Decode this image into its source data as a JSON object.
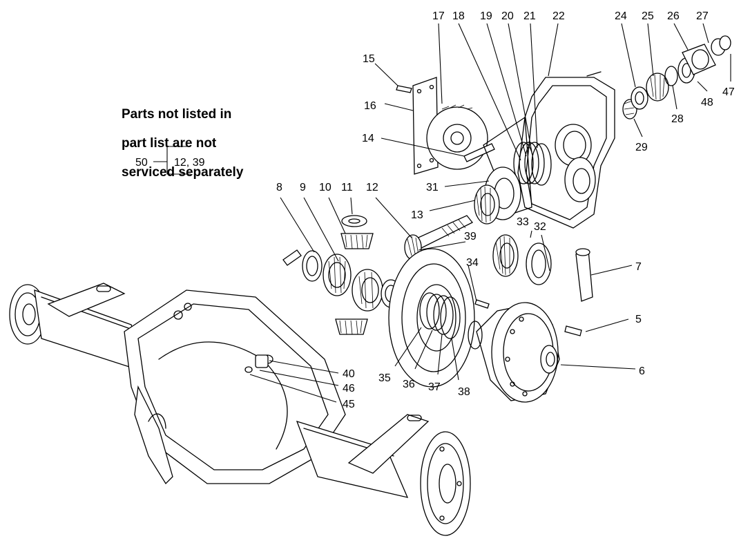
{
  "note": {
    "line1": "Parts not listed in",
    "line2": "part list are not",
    "line3": "serviced separately"
  },
  "kit": {
    "number": "50",
    "contents": "12, 39"
  },
  "callouts": [
    "5",
    "6",
    "7",
    "8",
    "9",
    "10",
    "11",
    "12",
    "13",
    "14",
    "15",
    "16",
    "17",
    "18",
    "19",
    "20",
    "21",
    "22",
    "24",
    "25",
    "26",
    "27",
    "28",
    "29",
    "31",
    "32",
    "33",
    "34",
    "35",
    "36",
    "37",
    "38",
    "39",
    "40",
    "45",
    "46",
    "47",
    "48"
  ],
  "icons": {
    "diagram": "exploded-axle-diagram"
  }
}
